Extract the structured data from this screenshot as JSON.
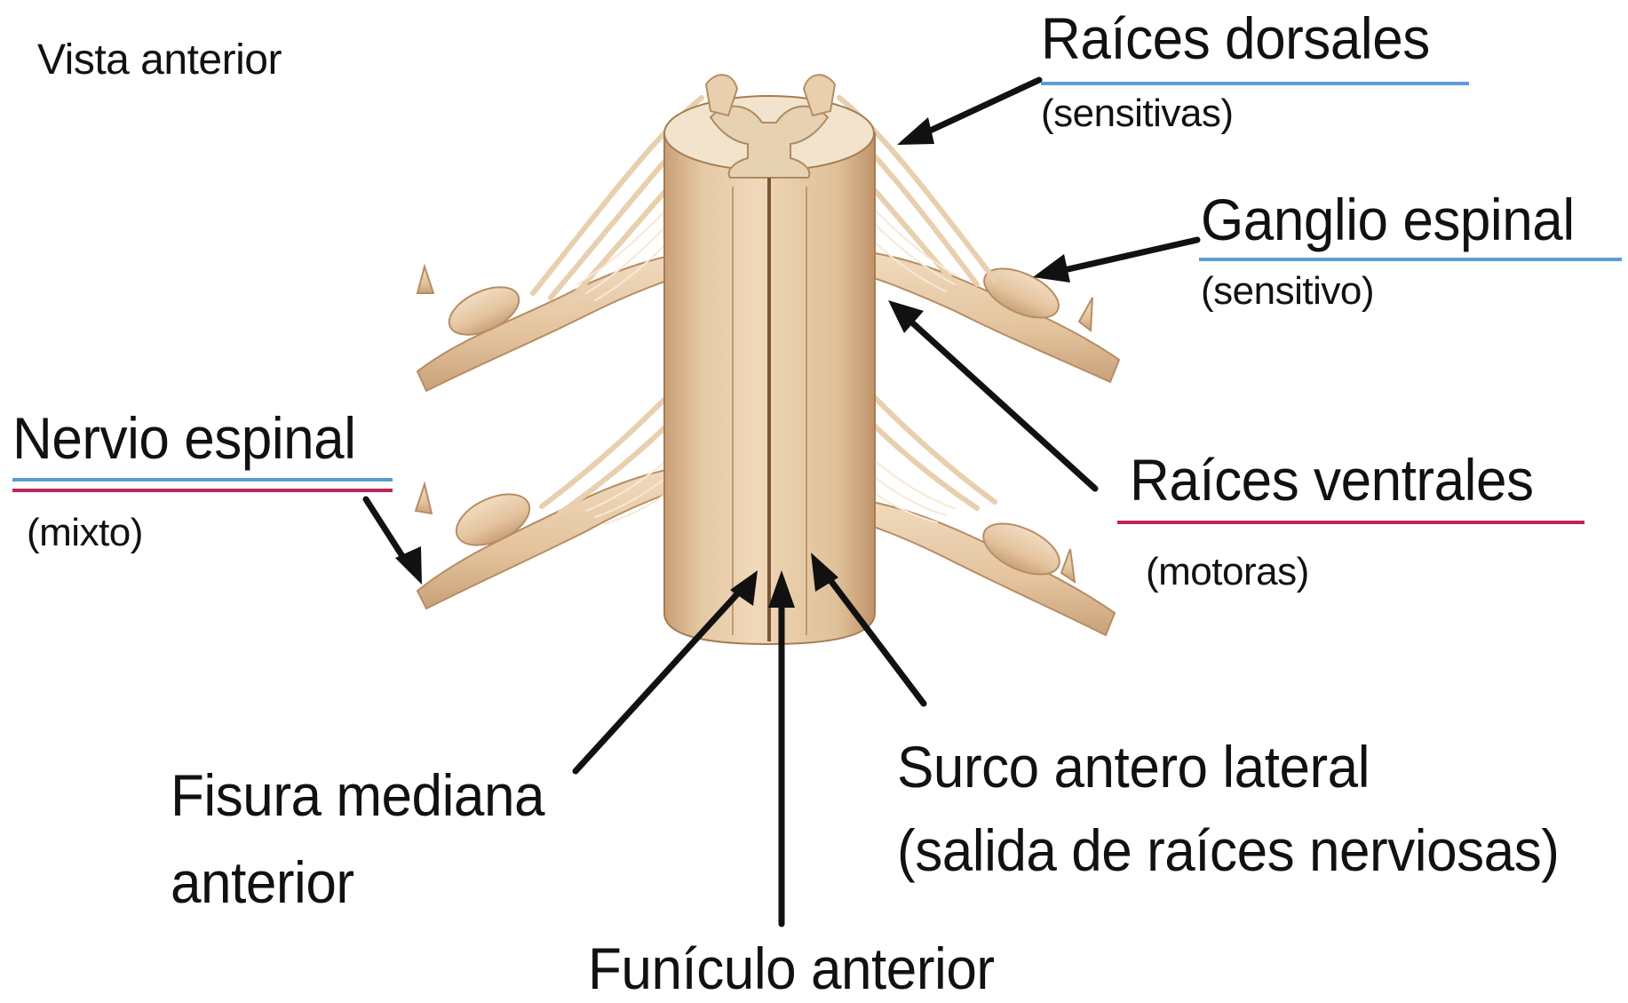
{
  "labels": {
    "view": "Vista anterior",
    "dorsal_roots": "Raíces dorsales",
    "dorsal_roots_sub": "(sensitivas)",
    "ganglion": "Ganglio espinal",
    "ganglion_sub": "(sensitivo)",
    "spinal_nerve": "Nervio espinal",
    "spinal_nerve_sub": "(mixto)",
    "ventral_roots": "Raíces ventrales",
    "ventral_roots_sub": "(motoras)",
    "median_fissure_1": "Fisura mediana",
    "median_fissure_2": "anterior",
    "sulcus_1": "Surco antero lateral",
    "sulcus_2": "(salida de raíces nerviosas)",
    "funiculus": "Funículo anterior"
  },
  "colors": {
    "sensory_underline": "#5b9bd5",
    "motor_underline": "#c0245a",
    "tissue": "#e9cfae",
    "tissue_shadow": "#c9a27a",
    "grey_matter": "#f3e8d6",
    "arrow": "#111111"
  }
}
